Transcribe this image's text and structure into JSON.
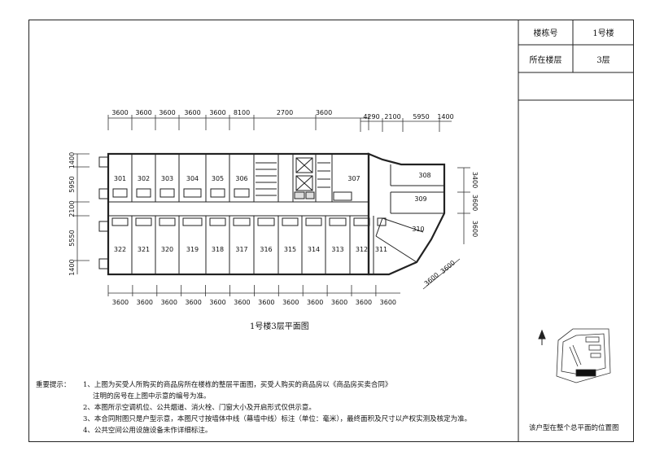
{
  "info_table": {
    "building_label": "楼栋号",
    "building_value": "1号楼",
    "floor_label": "所在楼层",
    "floor_value": "3层"
  },
  "plan_title": "1号楼3层平面图",
  "top_dims": [
    "3600",
    "3600",
    "3600",
    "3600",
    "3600",
    "8100",
    "2700",
    "3600"
  ],
  "top_right_dims": [
    "4290",
    "2100",
    "5950",
    "1400"
  ],
  "left_dims": [
    "1400",
    "5950",
    "2100",
    "5550",
    "1400"
  ],
  "bottom_dims": [
    "3600",
    "3600",
    "3600",
    "3600",
    "3600",
    "3600",
    "3600",
    "3600",
    "3600",
    "3600",
    "3600",
    "3600"
  ],
  "right_dims": [
    "3400",
    "3600",
    "3600"
  ],
  "diag_dims": [
    "3600",
    "3600"
  ],
  "rooms_top": [
    "301",
    "302",
    "303",
    "304",
    "305",
    "306"
  ],
  "rooms_bottom": [
    "322",
    "321",
    "320",
    "319",
    "318",
    "317",
    "316",
    "315",
    "314",
    "313",
    "312",
    "311"
  ],
  "rooms_right": [
    "307",
    "308",
    "309",
    "310"
  ],
  "notes": {
    "heading": "重要提示：",
    "items": [
      "1、上图为买受人所购买的商品房所在楼栋的整层平面图，买受人购买的商品房以《商品房买卖合同》",
      "注明的房号在上图中示意的编号为准。",
      "2、本图所示空调机位、公共烟道、消火栓、门窗大小及开启形式仅供示意。",
      "3、本合同附图只是户型示意，本图尺寸按墙体中线（幕墙中线）标注（单位：毫米），最终面积及尺寸以产权实测及核定为准。",
      "4、公共空间公用设施设备未作详细标注。"
    ]
  },
  "site_caption": "该户型在整个总平面的位置图"
}
